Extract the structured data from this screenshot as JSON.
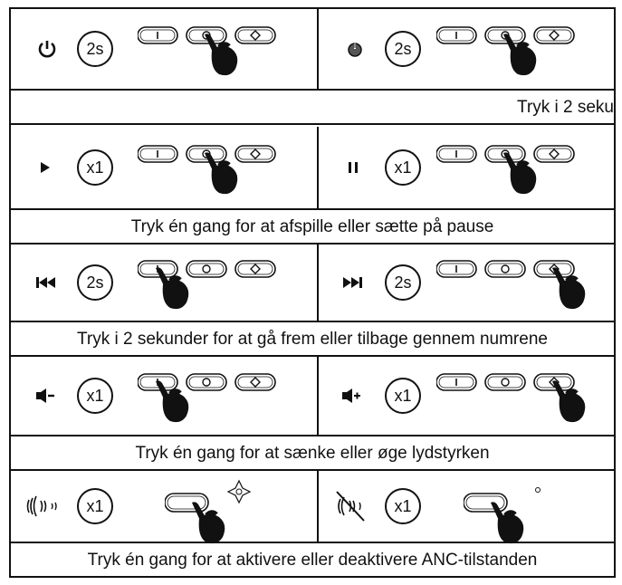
{
  "groups": [
    {
      "left": {
        "symbol": "power-icon",
        "badge": "2s",
        "active": "middle"
      },
      "right": {
        "symbol": "power-off-icon",
        "badge": "2s",
        "active": "middle"
      },
      "caption": "Tryk i 2 seku"
    },
    {
      "left": {
        "symbol": "play-icon",
        "badge": "x1",
        "active": "middle"
      },
      "right": {
        "symbol": "pause-icon",
        "badge": "x1",
        "active": "middle"
      },
      "caption": "Tryk én gang for at afspille eller sætte på pause"
    },
    {
      "left": {
        "symbol": "previous-track-icon",
        "badge": "2s",
        "active": "left"
      },
      "right": {
        "symbol": "next-track-icon",
        "badge": "2s",
        "active": "right"
      },
      "caption": "Tryk i 2 sekunder for at gå frem eller tilbage gennem numrene"
    },
    {
      "left": {
        "symbol": "volume-down-icon",
        "badge": "x1",
        "active": "left"
      },
      "right": {
        "symbol": "volume-up-icon",
        "badge": "x1",
        "active": "right"
      },
      "caption": "Tryk én gang for at sænke eller øge lydstyrken"
    },
    {
      "left": {
        "symbol": "anc-on-icon",
        "badge": "x1",
        "active": "touch-on"
      },
      "right": {
        "symbol": "anc-off-icon",
        "badge": "x1",
        "active": "touch-off"
      },
      "caption": "Tryk én gang for at aktivere eller deaktivere ANC-tilstanden"
    }
  ]
}
